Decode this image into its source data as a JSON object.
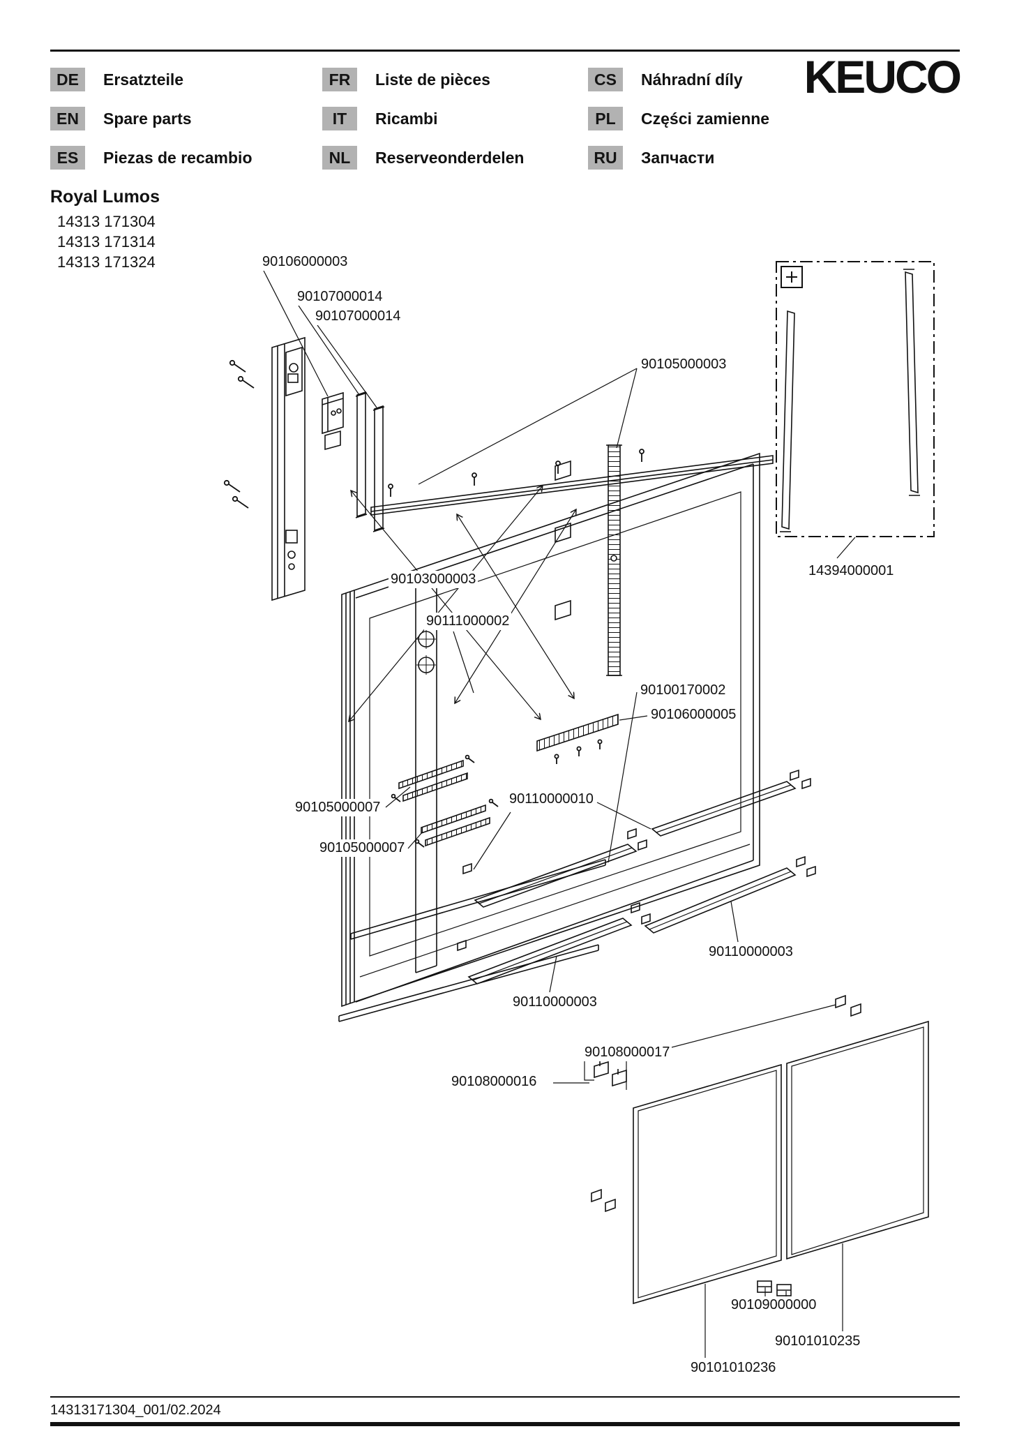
{
  "header": {
    "brand": "KEUCO",
    "entries": [
      {
        "code": "DE",
        "label": "Ersatzteile"
      },
      {
        "code": "EN",
        "label": "Spare parts"
      },
      {
        "code": "ES",
        "label": "Piezas de recambio"
      },
      {
        "code": "FR",
        "label": "Liste de pièces"
      },
      {
        "code": "IT",
        "label": "Ricambi"
      },
      {
        "code": "NL",
        "label": "Reserveonderdelen"
      },
      {
        "code": "CS",
        "label": "Náhradní díly"
      },
      {
        "code": "PL",
        "label": "Części zamienne"
      },
      {
        "code": "RU",
        "label": "Запчасти"
      }
    ]
  },
  "product": {
    "name": "Royal Lumos",
    "model_numbers": [
      "14313 171304",
      "14313 171314",
      "14313 171324"
    ]
  },
  "part_labels": [
    {
      "number": "90106000003"
    },
    {
      "number": "90107000014"
    },
    {
      "number": "90107000014"
    },
    {
      "number": "90105000003"
    },
    {
      "number": "90103000003"
    },
    {
      "number": "90111000002"
    },
    {
      "number": "90100170002"
    },
    {
      "number": "90106000005"
    },
    {
      "number": "90105000007"
    },
    {
      "number": "90110000010"
    },
    {
      "number": "90105000007"
    },
    {
      "number": "90110000003"
    },
    {
      "number": "90110000003"
    },
    {
      "number": "90108000017"
    },
    {
      "number": "90108000016"
    },
    {
      "number": "14394000001"
    },
    {
      "number": "90109000000"
    },
    {
      "number": "90101010235"
    },
    {
      "number": "90101010236"
    }
  ],
  "footer": {
    "doc": "14313171304_001/02.2024"
  }
}
